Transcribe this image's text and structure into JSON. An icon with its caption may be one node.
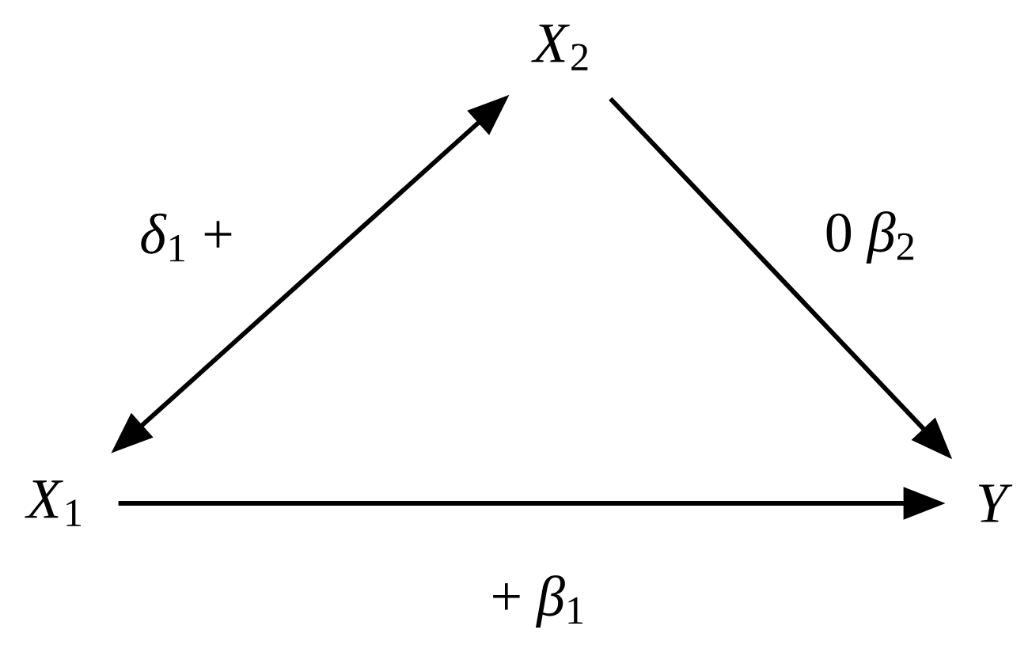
{
  "diagram": {
    "nodes": [
      {
        "text": [
          "*X*$_{2}$"
        ]
      },
      {
        "text": [
          "*X*$_{1}$"
        ]
      },
      {
        "text": [
          "*Y*"
        ]
      }
    ],
    "edges": [
      {
        "from": 1,
        "to": 0,
        "arrow": "both",
        "label": "*δ*$_{1}$ +"
      },
      {
        "from": 0,
        "to": 2,
        "arrow": "to",
        "label": "0 *β*$_{2}$"
      },
      {
        "from": 1,
        "to": 2,
        "arrow": "to",
        "label": "+ *β*$_{1}$"
      }
    ]
  }
}
